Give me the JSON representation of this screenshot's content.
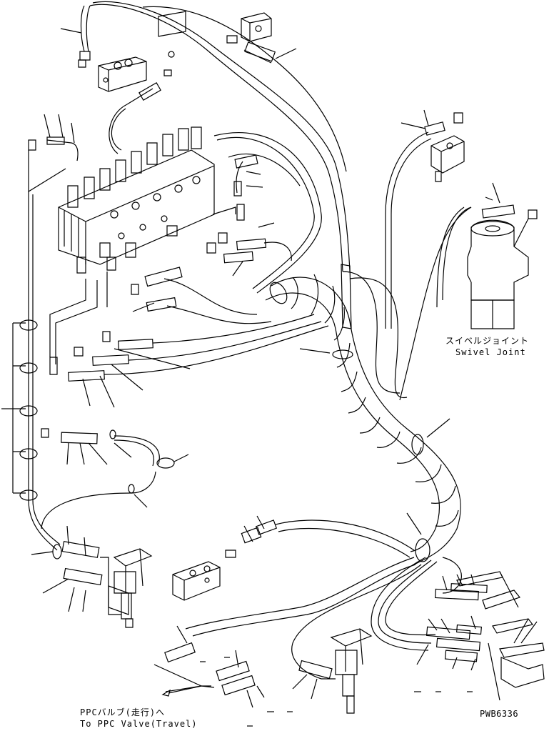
{
  "labels": {
    "swivel_joint_jp": "スイベルジョイント",
    "swivel_joint_en": "Swivel Joint",
    "ppc_valve_jp": "PPCバルブ(走行)へ",
    "ppc_valve_en": "To PPC Valve(Travel)",
    "drawing_number": "PWB6336"
  },
  "colors": {
    "ink": "#000000",
    "paper": "#ffffff"
  }
}
